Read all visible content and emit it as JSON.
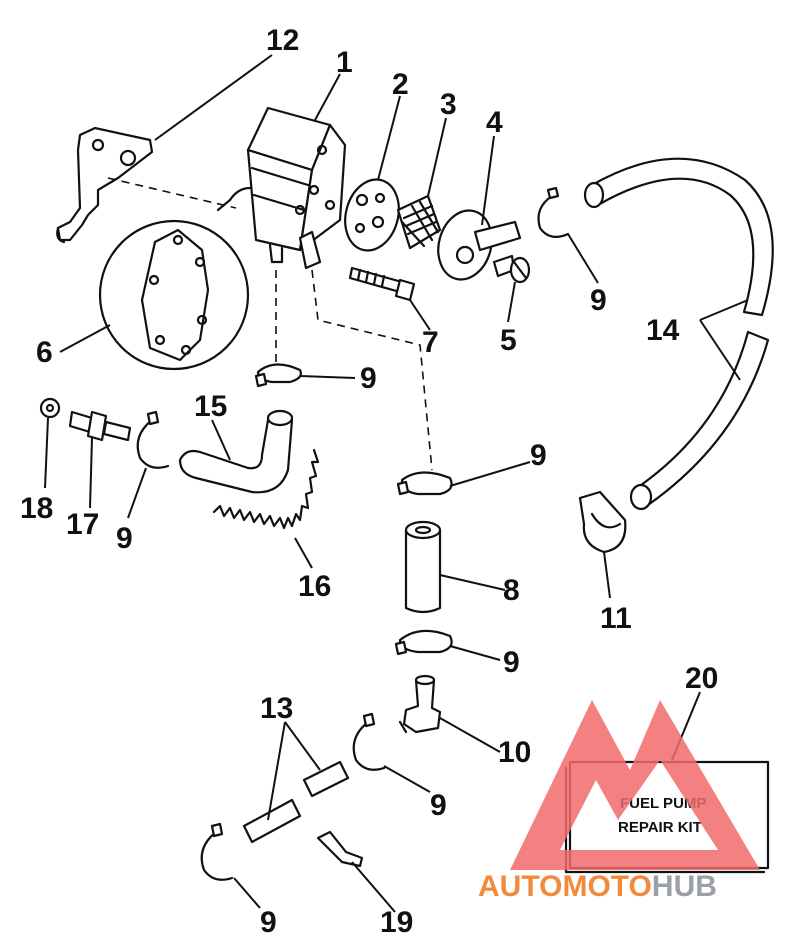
{
  "callouts": {
    "c1": "1",
    "c2": "2",
    "c3": "3",
    "c4": "4",
    "c5": "5",
    "c6": "6",
    "c7": "7",
    "c8": "8",
    "c10": "10",
    "c11": "11",
    "c12": "12",
    "c13": "13",
    "c14": "14",
    "c15": "15",
    "c16": "16",
    "c17": "17",
    "c18": "18",
    "c19": "19",
    "c20": "20",
    "c9": "9"
  },
  "repair_kit": {
    "line1": "FUEL PUMP",
    "line2": "REPAIR KIT"
  },
  "watermark": {
    "part1": "AUTO",
    "part2": "MOTO",
    "part3": "HUB",
    "color_primary": "#f08a3c",
    "color_secondary": "#9aa0a6",
    "triangle_color": "#f26b6b"
  }
}
